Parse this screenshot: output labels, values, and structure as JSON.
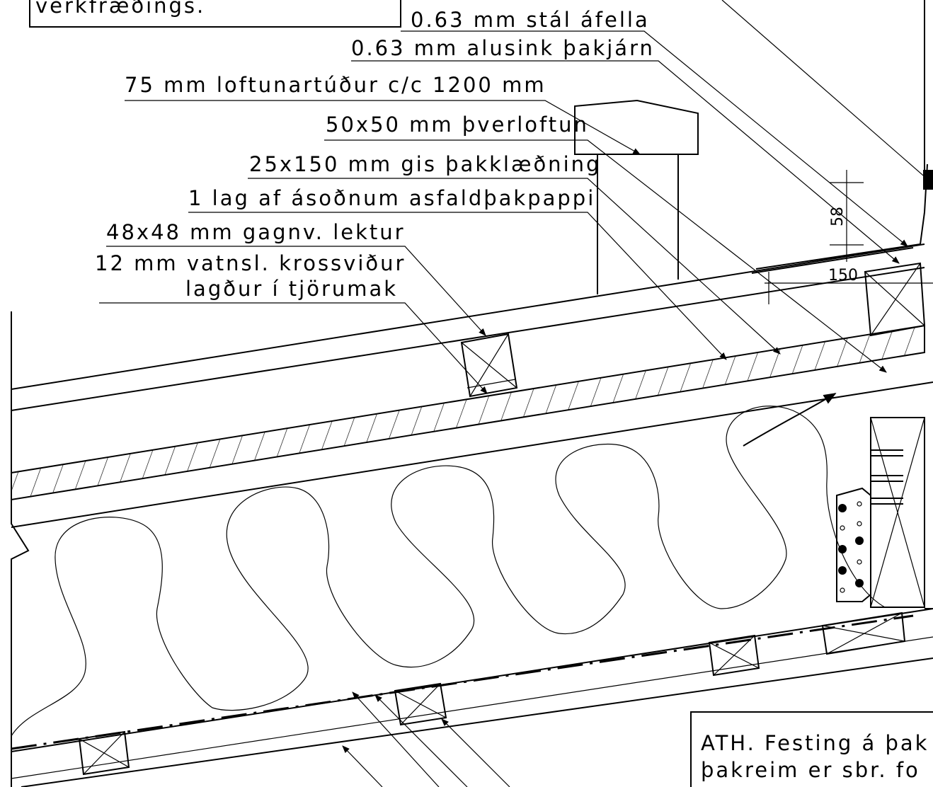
{
  "labels": {
    "top_box_fragment": "verkfræðings.",
    "steel_flashing": "0.63 mm stál áfella",
    "roof_sheet": "0.63 mm alusink þakjárn",
    "vent_channel": "75 mm loftunartúður c/c 1200 mm",
    "cross_ventilation": "50x50 mm þverloftun",
    "roof_boarding": "25x150 mm gis þakklæðning",
    "underlay": "1 lag af ásoðnum asfaldþakpappi",
    "counter_batten": "48x48 mm gagnv. lektur",
    "plywood_line1": "12 mm vatnsl. krossviður",
    "plywood_line2": "lagður í tjörumak"
  },
  "dimensions": {
    "vertical": "58",
    "horizontal": "150"
  },
  "note": {
    "line1": "ATH. Festing á þak",
    "line2": "þakreim er sbr. fo"
  }
}
